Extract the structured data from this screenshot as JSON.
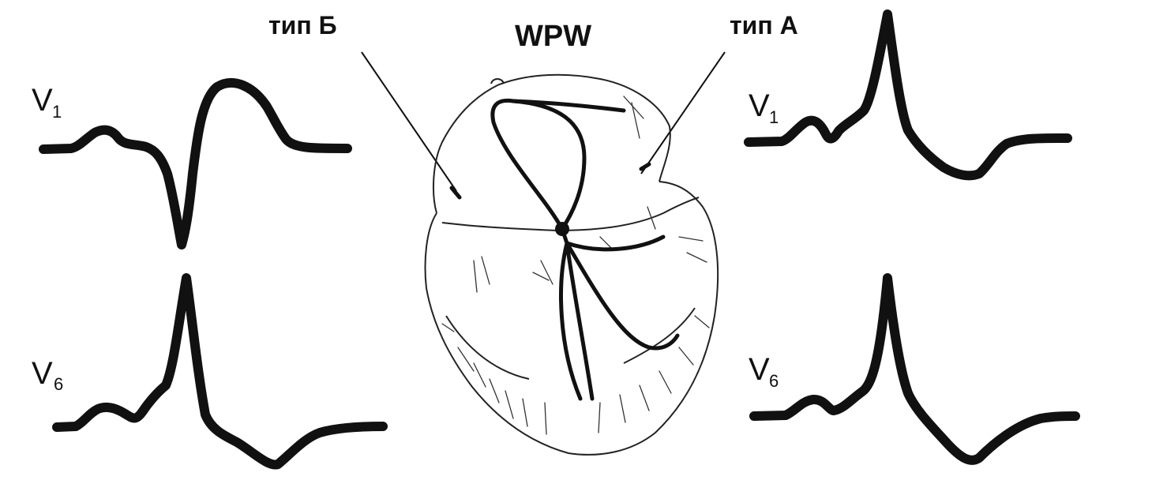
{
  "title": "WPW",
  "type_b_label": "тип Б",
  "type_a_label": "тип А",
  "lead_letter": "V",
  "lead_v1_sub": "1",
  "lead_v6_sub": "6",
  "ink_color": "#111111",
  "background_color": "#ffffff"
}
